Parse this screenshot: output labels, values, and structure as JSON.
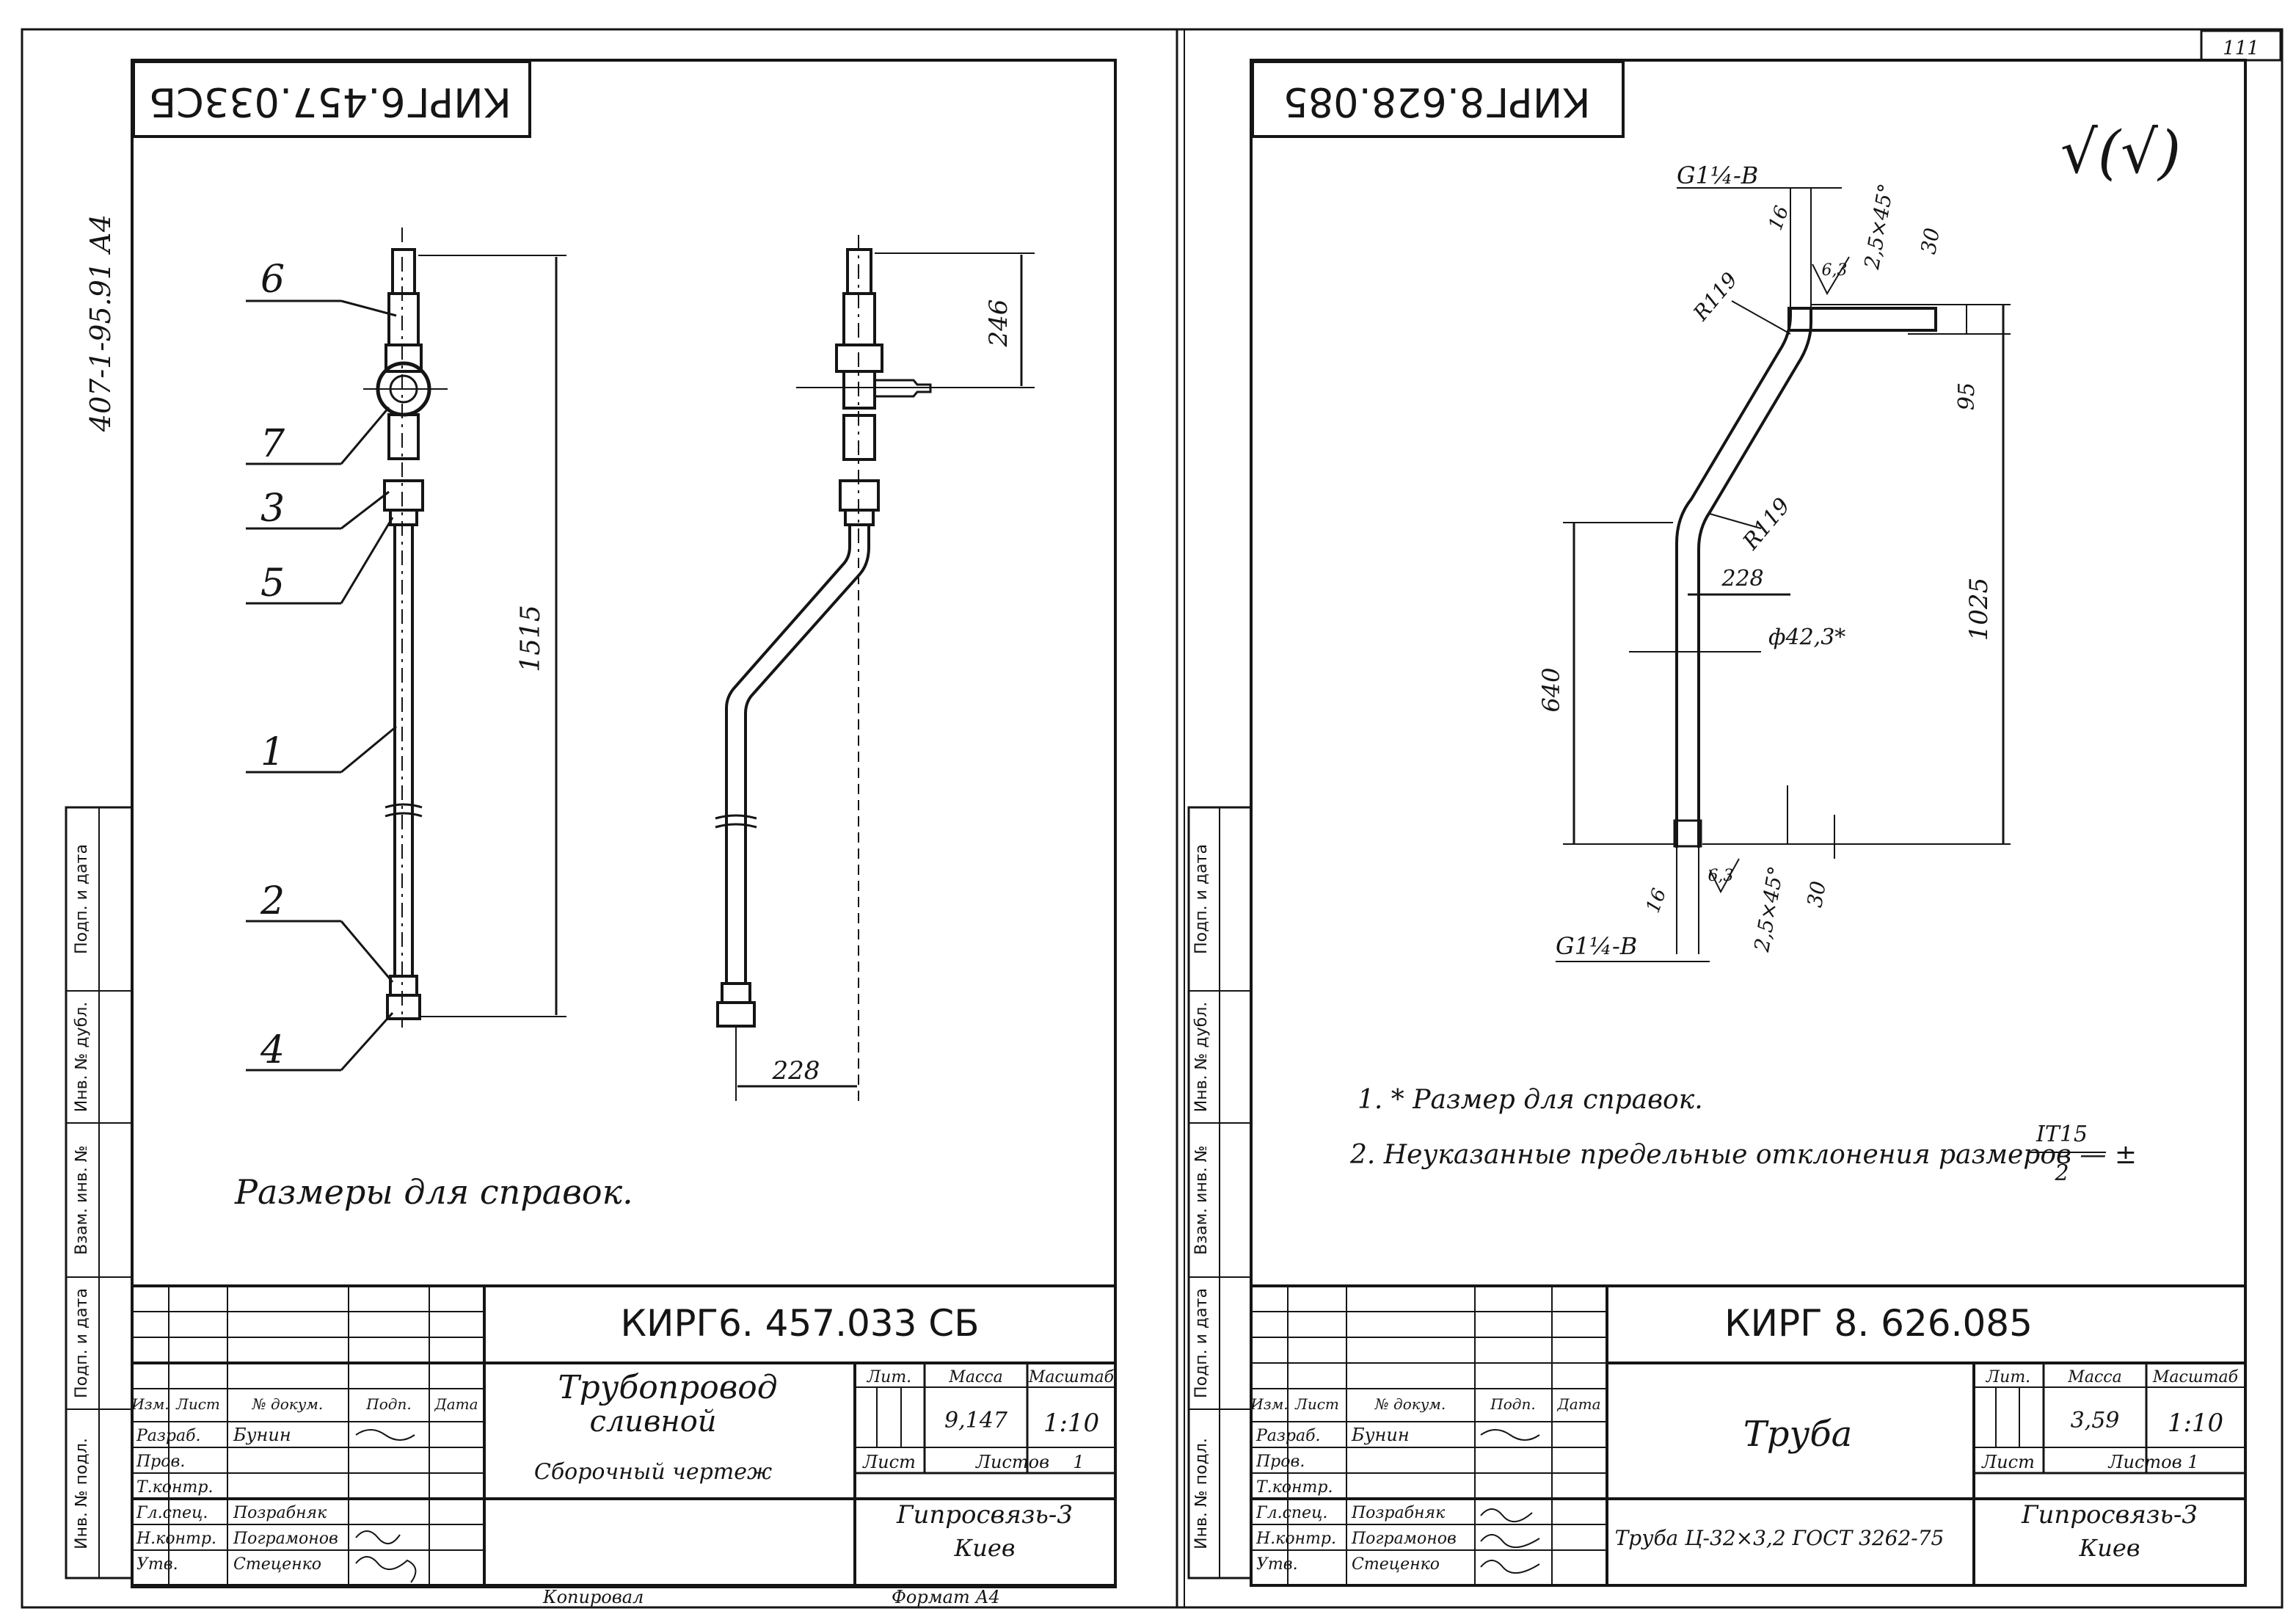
{
  "page_number": "111",
  "left": {
    "code_rotated": "КИРГ6.457.033СБ",
    "side_note": "407-1-95.91   А4",
    "callouts": [
      "6",
      "7",
      "3",
      "5",
      "1",
      "2",
      "4"
    ],
    "dims": {
      "total": "1515",
      "upper": "246",
      "offset": "228"
    },
    "note": "Размеры для справок.",
    "side_labels": [
      "Подп. и дата",
      "Инв. № дубл.",
      "Взам. инв. №",
      "Подп. и дата",
      "Инв. № подл."
    ],
    "stamp": {
      "code": "КИРГ6. 457.033 СБ",
      "title_line1": "Трубопровод",
      "title_line2": "сливной",
      "doc_type": "Сборочный чертеж",
      "col_headers": [
        "Изм.",
        "Лист",
        "№ докум.",
        "Подп.",
        "Дата"
      ],
      "roles": [
        "Разраб.",
        "Пров.",
        "Т.контр.",
        "Гл.спец.",
        "Н.контр.",
        "Утв."
      ],
      "names": [
        "Бунин",
        "",
        "",
        "Позрабняк",
        "Пограмонов",
        "Стеценко"
      ],
      "lit_label": "Лит.",
      "mass_label": "Масса",
      "scale_label": "Масштаб",
      "mass": "9,147",
      "scale": "1:10",
      "sheet_label": "Лист",
      "sheets_label": "Листов",
      "sheets": "1",
      "org_line1": "Гипросвязь-3",
      "org_line2": "Киев"
    },
    "footer": {
      "copied": "Копировал",
      "format": "Формат А4"
    }
  },
  "right": {
    "code_rotated": "КИРГ8.628.085",
    "roughness": "√(√)",
    "dims": {
      "thread_top": "G1¼-В",
      "thread_bottom": "G1¼-В",
      "len_16_top": "16",
      "len_16_bottom": "16",
      "chamfer_top": "2,5×45°",
      "chamfer_bottom": "2,5×45°",
      "rough_top": "6,3",
      "rough_bottom": "6,3",
      "d30_top": "30",
      "d30_bottom": "30",
      "r1": "R119",
      "r2": "R119",
      "d95": "95",
      "d1025": "1025",
      "d228": "228",
      "d640": "640",
      "dia": "ф42,3*"
    },
    "notes": [
      "1. * Размер для справок.",
      "2. Неуказанные предельные отклонения размеров — ±"
    ],
    "tol_num": "IT15",
    "tol_den": "2",
    "stamp": {
      "code": "КИРГ 8. 626.085",
      "title": "Труба",
      "material": "Труба Ц-32×3,2 ГОСТ 3262-75",
      "col_headers": [
        "Изм.",
        "Лист",
        "№ докум.",
        "Подп.",
        "Дата"
      ],
      "roles": [
        "Разраб.",
        "Пров.",
        "Т.контр.",
        "Гл.спец.",
        "Н.контр.",
        "Утв."
      ],
      "names": [
        "Бунин",
        "",
        "",
        "Позрабняк",
        "Пограмонов",
        "Стеценко"
      ],
      "lit_label": "Лит.",
      "mass_label": "Масса",
      "scale_label": "Масштаб",
      "mass": "3,59",
      "scale": "1:10",
      "sheet_label": "Лист",
      "sheets_label": "Листов 1",
      "org_line1": "Гипросвязь-3",
      "org_line2": "Киев"
    }
  }
}
